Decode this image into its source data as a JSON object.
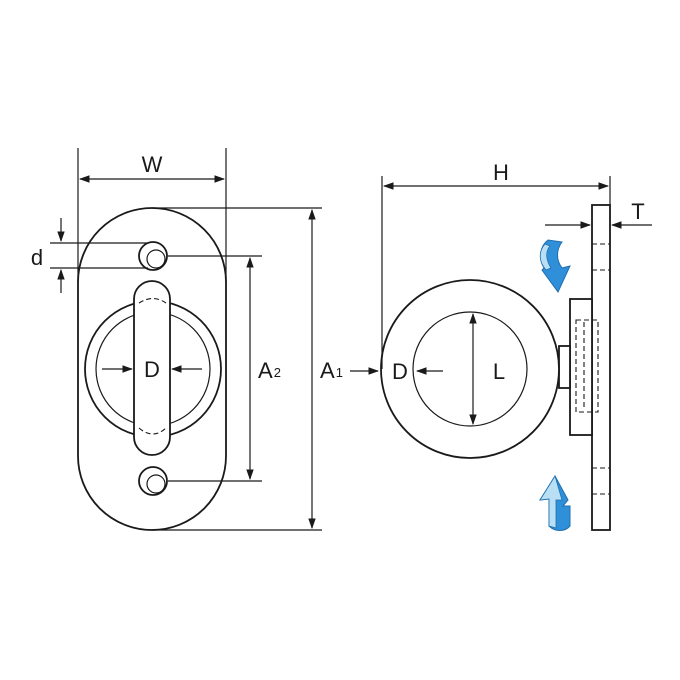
{
  "labels": {
    "width": "W",
    "hole_dia": "d",
    "ring_dia_front": "D",
    "hole_pitch_main": "A",
    "hole_pitch_sub": "2",
    "plate_len_main": "A",
    "plate_len_sub": "1",
    "height": "H",
    "thickness": "T",
    "ring_dia_side": "D",
    "ring_inner": "L"
  },
  "colors": {
    "line": "#1a1a1a",
    "arrow_fill": "#2f8fd8",
    "arrow_light": "#b9dff5",
    "background": "#ffffff"
  },
  "icons": {
    "arrow_down": "curved-arrow-down-icon",
    "arrow_up": "curved-arrow-up-icon"
  }
}
